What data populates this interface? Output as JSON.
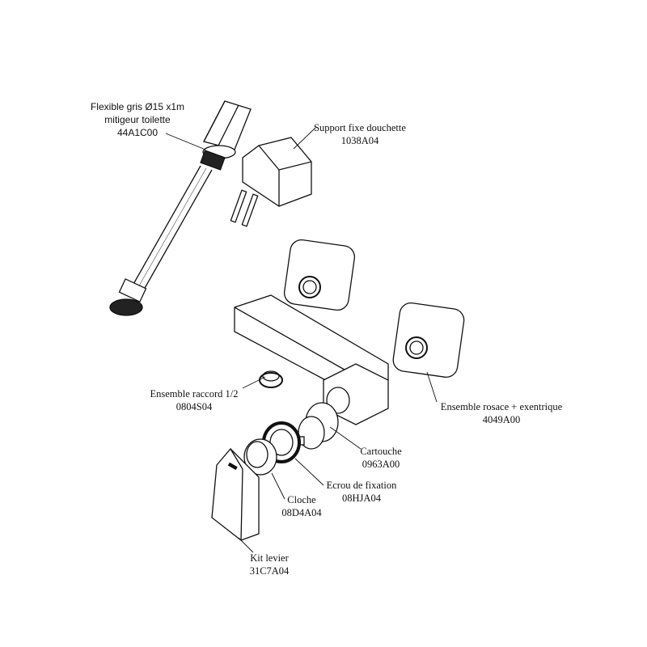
{
  "parts": [
    {
      "name": "Flexible gris Ø15 x1m",
      "subtitle": "mitigeur toilette",
      "ref": "44A1C00"
    },
    {
      "name": "Support fixe douchette",
      "ref": "1038A04"
    },
    {
      "name": "Ensemble raccord 1/2",
      "ref": "0804S04"
    },
    {
      "name": "Ensemble rosace + exentrique",
      "ref": "4049A00"
    },
    {
      "name": "Cartouche",
      "ref": "0963A00"
    },
    {
      "name": "Ecrou de fixation",
      "ref": "08HJA04"
    },
    {
      "name": "Cloche",
      "ref": "08D4A04"
    },
    {
      "name": "Kit levier",
      "ref": "31C7A04"
    }
  ]
}
